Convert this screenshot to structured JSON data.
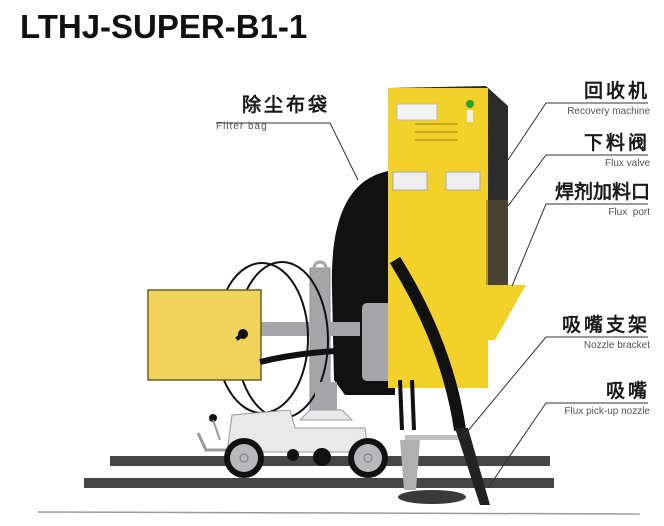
{
  "title": "LTHJ-SUPER-B1-1",
  "callouts": [
    {
      "id": "filter-bag",
      "zh": "除尘布袋",
      "en": "Filter bag"
    },
    {
      "id": "recovery-machine",
      "zh": "回收机",
      "en": "Recovery machine"
    },
    {
      "id": "flux-valve",
      "zh": "下料阀",
      "en": "Flux valve"
    },
    {
      "id": "flux-port",
      "zh": "焊剂加料口",
      "en": "Flux  port"
    },
    {
      "id": "nozzle-bracket",
      "zh": "吸嘴支架",
      "en": "Nozzle bracket"
    },
    {
      "id": "flux-pickup-nozzle",
      "zh": "吸嘴",
      "en": "Flux pick-up nozzle"
    }
  ],
  "colors": {
    "cabinet_yellow": "#f2d22a",
    "box_yellow": "#efd35a",
    "bag_black": "#111111",
    "rail": "#454545",
    "frame_gray": "#a6a6a8",
    "carriage": "#e9e9ea"
  }
}
